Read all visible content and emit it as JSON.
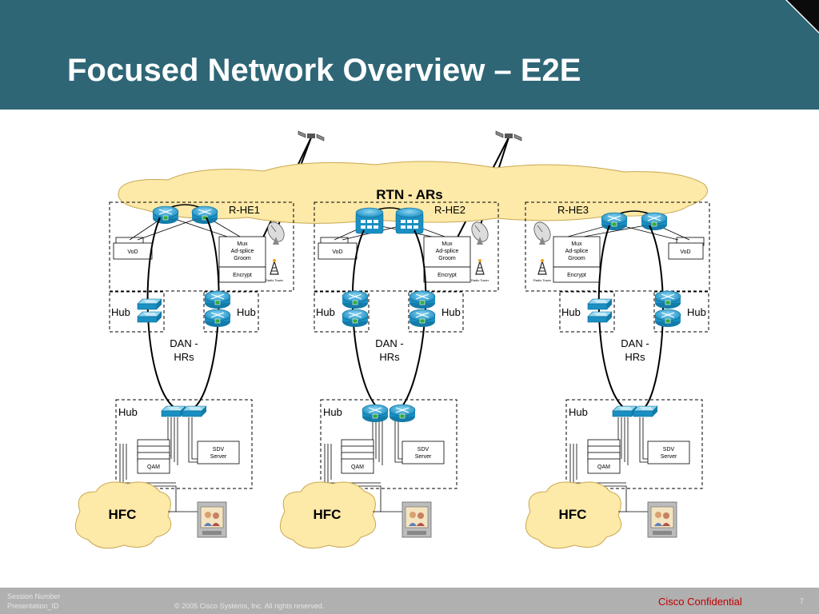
{
  "title": "Focused Network Overview – E2E",
  "cloud_label": "RTN - ARs",
  "headends": [
    {
      "label": "R-HE1",
      "vod": "VoD",
      "mux": [
        "Mux",
        "Ad-splice",
        "Groom"
      ],
      "encrypt": "Encrypt",
      "radio_tower": "Radio Tower"
    },
    {
      "label": "R-HE2",
      "vod": "VoD",
      "mux": [
        "Mux",
        "Ad-splice",
        "Groom"
      ],
      "encrypt": "Encrypt",
      "radio_tower": "Radio Tower"
    },
    {
      "label": "R-HE3",
      "vod": "VoD",
      "mux": [
        "Mux",
        "Ad-splice",
        "Groom"
      ],
      "encrypt": "Encrypt",
      "radio_tower": "Radio Tower"
    }
  ],
  "hub_label": "Hub",
  "dan_label": [
    "DAN -",
    "HRs"
  ],
  "qam_label": "QAM",
  "sdv_label": [
    "SDV",
    "Server"
  ],
  "hfc_label": "HFC",
  "colors": {
    "header": "#2e6676",
    "cloud": "#fde9a8",
    "device": "#2aa3d6",
    "footer": "#b0b0b0",
    "confidential": "#c00000"
  },
  "footer": {
    "session_number": "Session Number",
    "presentation_id": "Presentation_ID",
    "copyright": "© 2005 Cisco Systems, Inc. All rights reserved.",
    "confidential": "Cisco Confidential",
    "page": "7"
  }
}
